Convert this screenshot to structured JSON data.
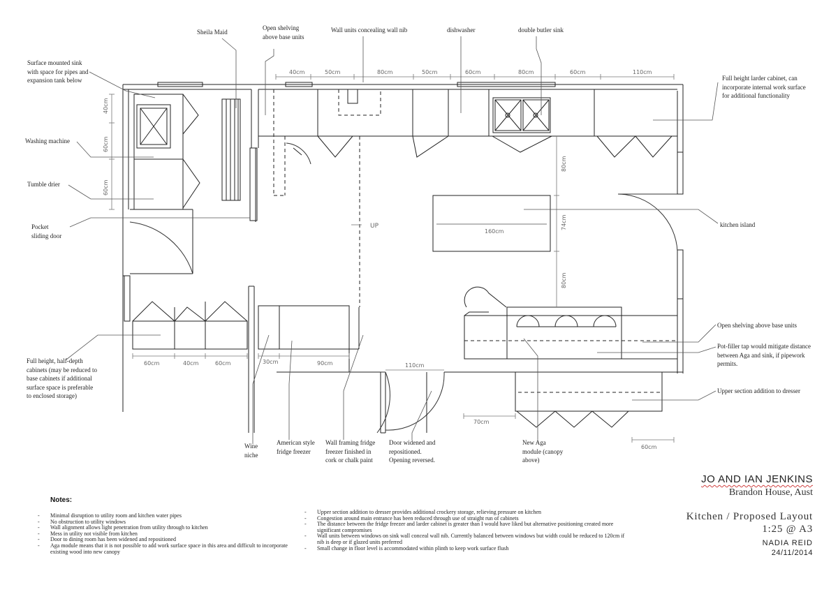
{
  "callouts": {
    "sheila_maid": "Sheila Maid",
    "open_shelving_top": "Open shelving\nabove base units",
    "wall_units_nib": "Wall units concealing wall nib",
    "dishwasher": "dishwasher",
    "double_butler_sink": "double butler sink",
    "surface_sink": "Surface mounted sink\nwith space for pipes and\nexpansion tank below",
    "washing_machine": "Washing machine",
    "tumble_drier": "Tumble drier",
    "pocket_door": "Pocket\nsliding door",
    "larder": "Full height larder cabinet, can\nincorporate internal work surface\nfor additional functionality",
    "kitchen_island": "kitchen island",
    "half_depth": "Full height, half-depth\ncabinets (may be reduced to\nbase cabinets if additional\nsurface space is preferable\nto enclosed storage)",
    "open_shelving_right": "Open shelving above base units",
    "pot_filler": "Pot-filler tap would mitigate distance\nbetween Aga and sink, if pipework\npermits.",
    "upper_dresser": "Upper section addition to dresser",
    "wine_niche": "Wine\nniche",
    "american_fridge": "American style\nfridge freezer",
    "wall_framing": "Wall framing fridge\nfreezer finished in\ncork or chalk paint",
    "door_widened": "Door widened and\nrepositioned.\nOpening reversed.",
    "aga": "New Aga\nmodule (canopy\nabove)"
  },
  "dimensions": {
    "top_40": "40cm",
    "top_50a": "50cm",
    "top_80a": "80cm",
    "top_50b": "50cm",
    "top_60a": "60cm",
    "top_80b": "80cm",
    "top_60b": "60cm",
    "top_110": "110cm",
    "util_40": "40cm",
    "util_60a": "60cm",
    "util_60b": "60cm",
    "island_len": "160cm",
    "right_80a": "80cm",
    "right_74": "74cm",
    "right_80b": "80cm",
    "bot_60a": "60cm",
    "bot_40": "40cm",
    "bot_60b": "60cm",
    "bot_30": "30cm",
    "bot_90": "90cm",
    "door_110": "110cm",
    "bot_70": "70cm",
    "bot_60c": "60cm",
    "up_marker": "UP"
  },
  "notes": {
    "heading": "Notes:",
    "left": [
      "Minimal disruption to utility room and kitchen water pipes",
      "No obstruction to utility windows",
      "Wall alignment allows light penetration from utility through to kitchen",
      "Mess in utility not visible from kitchen",
      "Door to dining room has been widened and repositioned",
      "Aga module means that it is not possible to add work surface space in this area and difficult to incorporate existing wood into new canopy"
    ],
    "right": [
      "Upper section addition to dresser provides additional crockery storage, relieving pressure on kitchen",
      "Congestion around main entrance has been reduced through use of straight run of cabinets",
      "The distance between the fridge freezer and larder cabinet is greater than I would have liked but alternative positioning created more significant compromises",
      "Wall units between windows on sink wall conceal wall nib.  Currently balanced between windows but width could be reduced to 120cm if nib is deep or if glazed units preferred",
      "Small change in floor level is accommodated within plinth to keep work surface flush"
    ]
  },
  "title_block": {
    "client": "JO AND IAN JENKINS",
    "location": "Brandon House, Aust",
    "drawing_title": "Kitchen / Proposed Layout",
    "scale": "1:25 @ A3",
    "designer": "NADIA REID",
    "date": "24/11/2014"
  },
  "colors": {
    "line": "#222222",
    "dimension": "#777777",
    "leader": "#555555",
    "spellcheck": "#d04040"
  }
}
